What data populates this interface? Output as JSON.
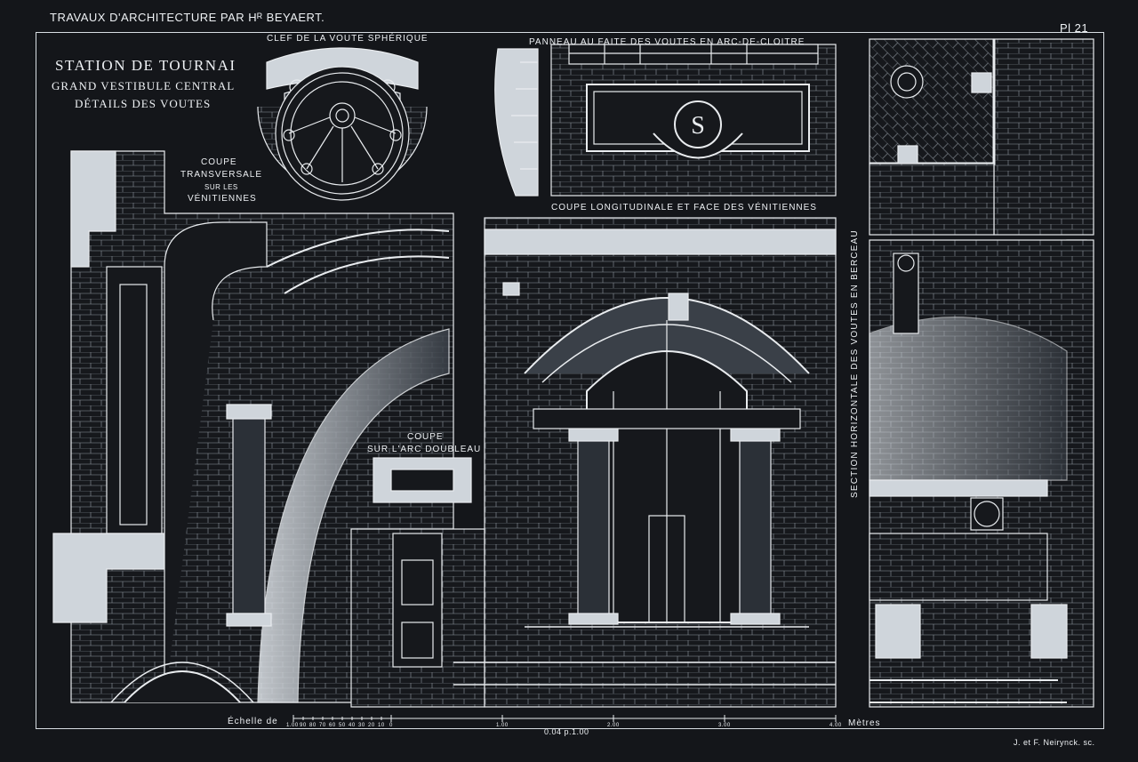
{
  "header": {
    "left_title": "TRAVAUX D'ARCHITECTURE PAR Hᴿ BEYAERT.",
    "plate_number": "Pl 21"
  },
  "title_block": {
    "line1": "STATION DE TOURNAI",
    "line2": "GRAND VESTIBULE CENTRAL",
    "line3": "DÉTAILS DES VOUTES"
  },
  "captions": {
    "clef": "CLEF DE LA VOUTE SPHÉRIQUE",
    "panneau": "PANNEAU AU FAITE DES VOUTES EN ARC-DE-CLOITRE",
    "coupe_transversale_1": "COUPE",
    "coupe_transversale_2": "TRANSVERSALE",
    "coupe_transversale_3": "SUR LES",
    "coupe_transversale_4": "VÉNITIENNES",
    "coupe_longitudinale": "COUPE LONGITUDINALE ET FACE DES VÉNITIENNES",
    "coupe_arc_1": "COUPE",
    "coupe_arc_2": "SUR L'ARC DOUBLEAU",
    "section_horizontale": "SECTION HORIZONTALE DES VOUTES EN BERCEAU"
  },
  "scale": {
    "label_left": "Échelle de",
    "label_right": "Mètres",
    "ratio": "0.04 p.1.00",
    "ticks_small": [
      "1.00",
      "90",
      "80",
      "70",
      "60",
      "50",
      "40",
      "30",
      "20",
      "10",
      "0"
    ],
    "ticks_large": [
      "1.00",
      "2.00",
      "3.00",
      "4.00"
    ]
  },
  "engraver": "J. et F. Neirynck. sc.",
  "monogram": "S",
  "colors": {
    "background": "#14161a",
    "line": "#e9ecef",
    "fill_light": "#cfd5db"
  }
}
